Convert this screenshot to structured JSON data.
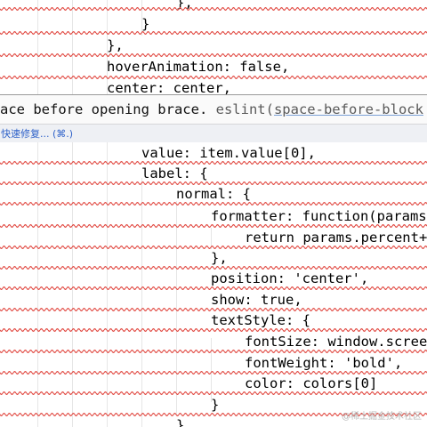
{
  "editor": {
    "top_lines": [
      "},",
      "}",
      "},",
      "hoverAnimation: false,",
      "center: center,"
    ],
    "bottom_lines": [
      "value: item.value[0],",
      "label: {",
      "normal: {",
      "formatter: function(params",
      "return params.percent+",
      "},",
      "position: 'center',",
      "show: true,",
      "textStyle: {",
      "fontSize: window.scree",
      "fontWeight: 'bold',",
      "color: colors[0]",
      "}",
      "}"
    ]
  },
  "tooltip": {
    "message": "ace before opening brace.",
    "source": "eslint(",
    "rule": "space-before-block",
    "quick_fix": "快速修复... (⌘.)"
  },
  "watermark": "@稀土掘金技术社区",
  "colors": {
    "squiggle": "#e0433b",
    "link": "#2f62c9"
  }
}
